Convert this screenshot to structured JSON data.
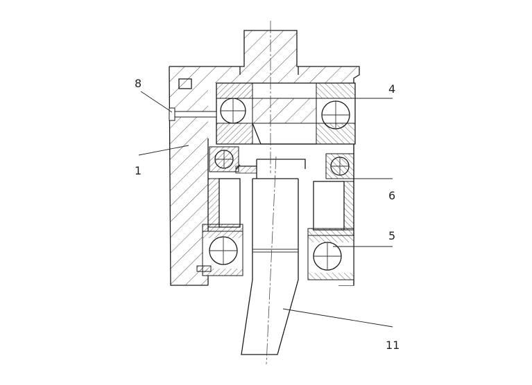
{
  "labels": {
    "part_8": "8",
    "part_4": "4",
    "part_1": "1",
    "part_6": "6",
    "part_5": "5",
    "part_11": "11"
  }
}
